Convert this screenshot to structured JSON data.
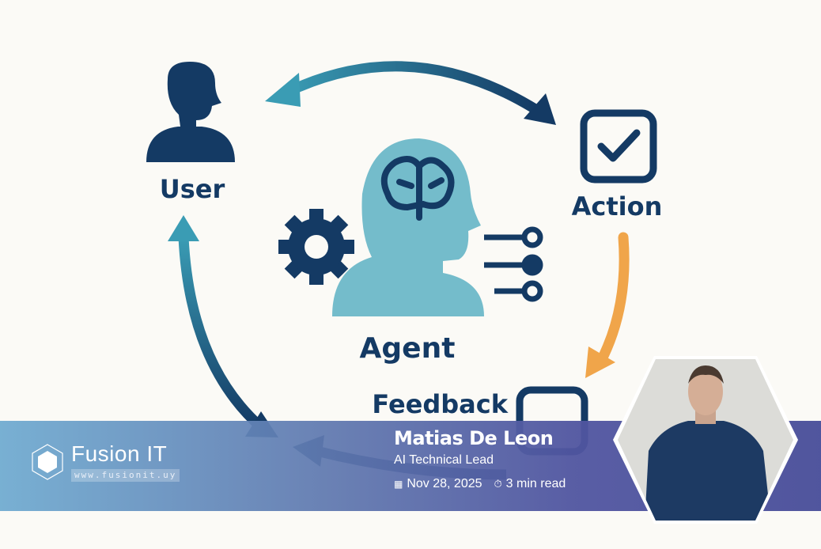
{
  "diagram": {
    "nodes": {
      "user": "User",
      "action": "Action",
      "agent": "Agent",
      "feedback": "Feedback"
    },
    "colors": {
      "navy": "#143a64",
      "teal": "#3a9cb4",
      "light_teal": "#74bccb",
      "orange": "#f0a54a"
    }
  },
  "banner": {
    "brand": "Fusion IT",
    "url": "www.fusionit.uy",
    "author_name": "Matias De Leon",
    "author_role": "AI Technical Lead",
    "date": "Nov 28, 2025",
    "read_time": "3 min read",
    "icons": {
      "date": "calendar-icon",
      "time": "stopwatch-icon"
    }
  }
}
